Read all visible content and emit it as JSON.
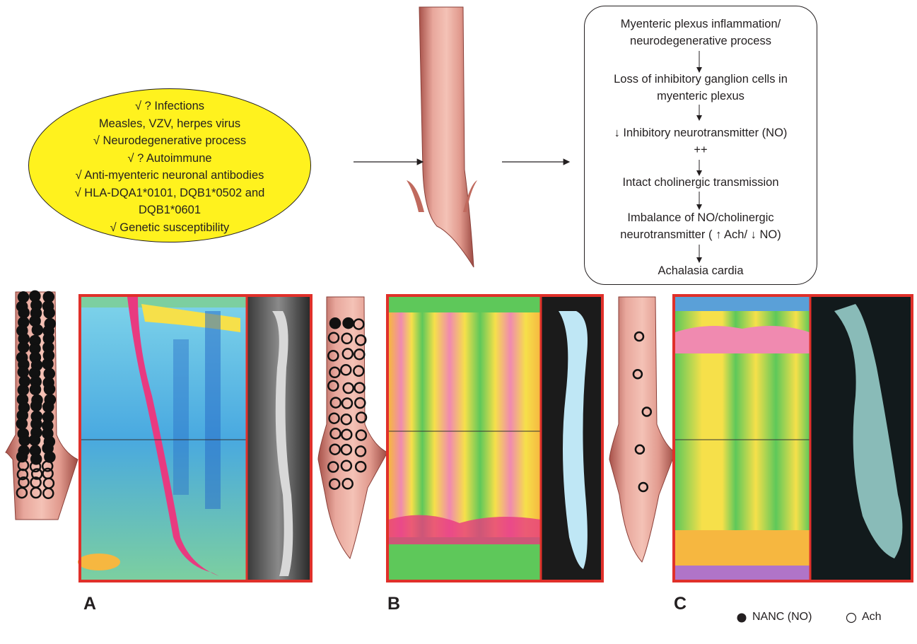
{
  "causes": [
    "√ ? Infections",
    "Measles, VZV, herpes virus",
    "√ Neurodegenerative process",
    "√ ? Autoimmune",
    "√ Anti-myenteric neuronal antibodies",
    "√ HLA-DQA1*0101, DQB1*0502 and",
    "DQB1*0601",
    "√ Genetic susceptibility"
  ],
  "pathway": {
    "step1a": "Myenteric plexus inflammation/",
    "step1b": "neurodegenerative process",
    "step2a": "Loss of inhibitory ganglion cells in",
    "step2b": "myenteric plexus",
    "step3": "↓ Inhibitory neurotransmitter (NO)",
    "plus": "++",
    "step4": "Intact cholinergic transmission",
    "step5a": "Imbalance of NO/cholinergic",
    "step5b": "neurotransmitter ( ↑ Ach/ ↓ NO)",
    "step6": "Achalasia cardia"
  },
  "panels": [
    {
      "label": "A",
      "filled_circles": 60,
      "open_circles": 12
    },
    {
      "label": "B",
      "filled_circles": 2,
      "open_circles": 30
    },
    {
      "label": "C",
      "filled_circles": 0,
      "open_circles": 5
    }
  ],
  "legend": {
    "filled_label": "NANC (NO)",
    "open_label": "Ach"
  }
}
